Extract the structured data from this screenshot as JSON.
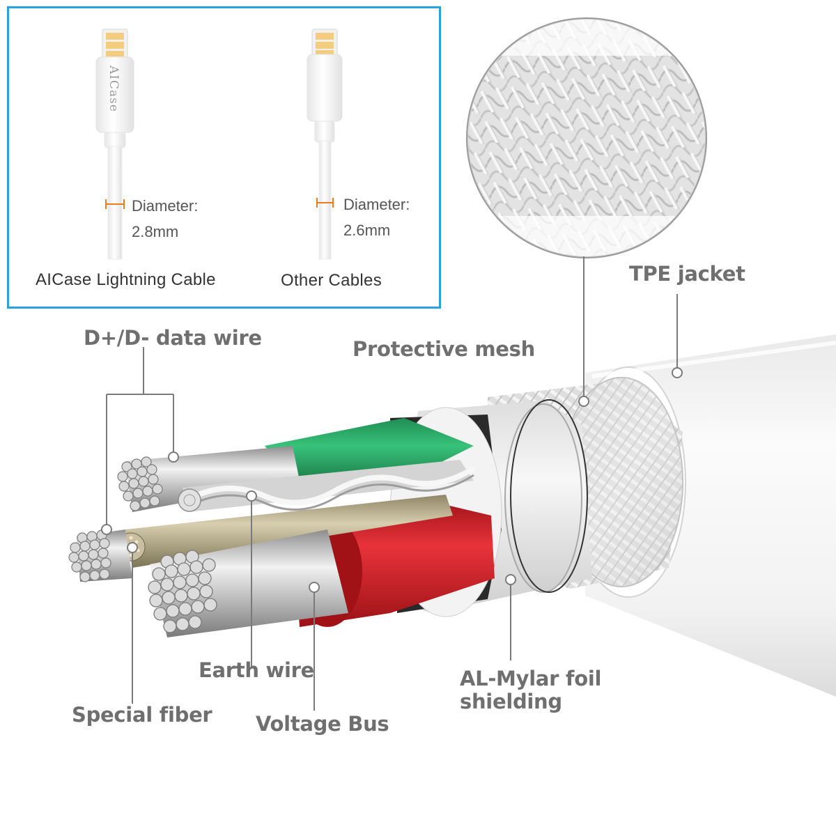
{
  "comparison": {
    "left": {
      "brand_text": "AICase",
      "diameter_label": "Diameter:",
      "diameter_value": "2.8mm",
      "caption": "AICase Lightning Cable"
    },
    "right": {
      "diameter_label": "Diameter:",
      "diameter_value": "2.6mm",
      "caption": "Other Cables"
    },
    "border_color": "#29a3dc",
    "marker_color": "#f07a1a"
  },
  "callouts": {
    "data_wire": "D+/D- data wire",
    "protective_mesh": "Protective mesh",
    "tpe_jacket": "TPE jacket",
    "earth_wire": "Earth wire",
    "special_fiber": "Special fiber",
    "voltage_bus": "Voltage Bus",
    "foil_line1": "AL-Mylar foil",
    "foil_line2": "shielding"
  },
  "colors": {
    "green_insulation": "#2fb36a",
    "red_insulation": "#d9232a",
    "label_gray": "#6f6f6f",
    "leader_gray": "#7a7a7a"
  }
}
